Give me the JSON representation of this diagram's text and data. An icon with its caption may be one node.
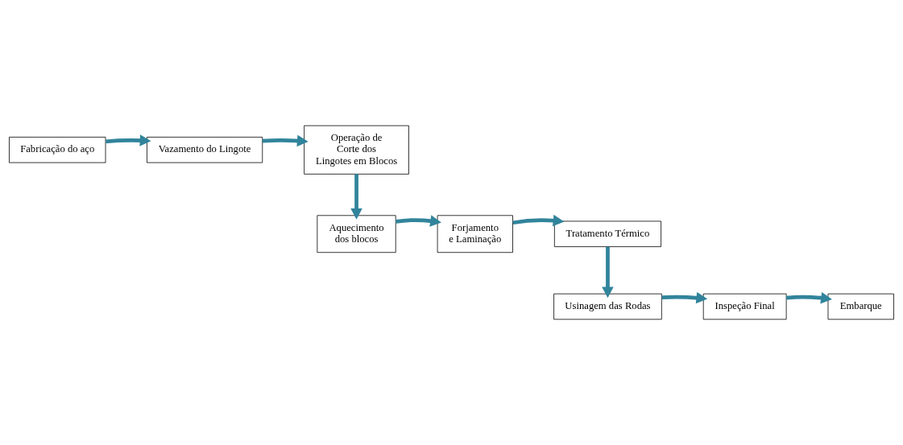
{
  "diagram": {
    "nodes": [
      {
        "text": [
          "Fabricação do aço"
        ]
      },
      {
        "text": [
          "Vazamento do Lingote"
        ]
      },
      {
        "text": [
          "Operação de Corte dos Lingotes em Blocos"
        ]
      },
      {
        "text": [
          "Aquecimento dos blocos"
        ]
      },
      {
        "text": [
          "Forjamento e Laminação"
        ]
      },
      {
        "text": [
          "Tratamento Térmico"
        ]
      },
      {
        "text": [
          "Usinagem das Rodas"
        ]
      },
      {
        "text": [
          "Inspeção Final"
        ]
      },
      {
        "text": [
          "Embarque"
        ]
      }
    ],
    "edges": [
      {
        "from": 0,
        "to": 1,
        "arrow": "to"
      },
      {
        "from": 1,
        "to": 2,
        "arrow": "to"
      },
      {
        "from": 2,
        "to": 3,
        "arrow": "to"
      },
      {
        "from": 3,
        "to": 4,
        "arrow": "to"
      },
      {
        "from": 4,
        "to": 5,
        "arrow": "to"
      },
      {
        "from": 5,
        "to": 6,
        "arrow": "to"
      },
      {
        "from": 6,
        "to": 7,
        "arrow": "to"
      },
      {
        "from": 7,
        "to": 8,
        "arrow": "to"
      }
    ]
  }
}
